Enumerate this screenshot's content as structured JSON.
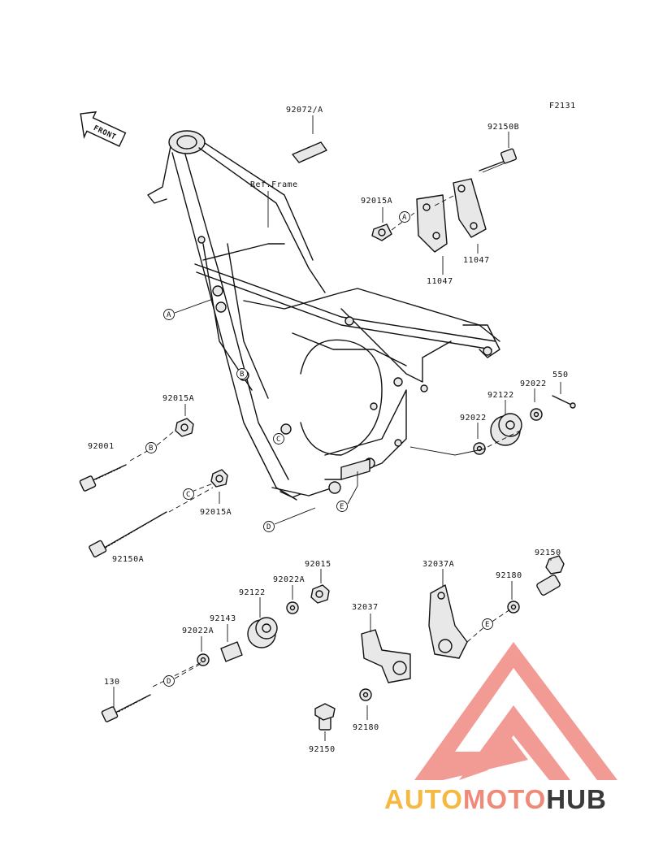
{
  "diagram": {
    "code": "F2131",
    "front_label": "FRONT",
    "ref_frame": "Ref.Frame",
    "callouts": {
      "A": "A",
      "B": "B",
      "C": "C",
      "D": "D",
      "E": "E"
    },
    "parts": {
      "p92072A": "92072/A",
      "p92150B": "92150B",
      "p92015A_top": "92015A",
      "p11047_right": "11047",
      "p11047_left": "11047",
      "p550": "550",
      "p92022_top": "92022",
      "p92122_top": "92122",
      "p92022_mid": "92022",
      "p92015A_left": "92015A",
      "p92001": "92001",
      "p92015A_mid": "92015A",
      "p92150A": "92150A",
      "p92015": "92015",
      "p92022A_top": "92022A",
      "p92122_low": "92122",
      "p92143": "92143",
      "p92022A_low": "92022A",
      "p130": "130",
      "p32037A": "32037A",
      "p92150": "92150",
      "p92180_top": "92180",
      "p32037": "32037",
      "p92180_low": "92180",
      "p92150_low": "92150"
    }
  },
  "watermark": {
    "text_a": "AUTO",
    "text_b": "MOTO",
    "text_c": "HUB",
    "color_a": "#f5b942",
    "color_b": "#ef8a7a",
    "color_c": "#3a3a3a",
    "logo_color": "#f08a82"
  }
}
